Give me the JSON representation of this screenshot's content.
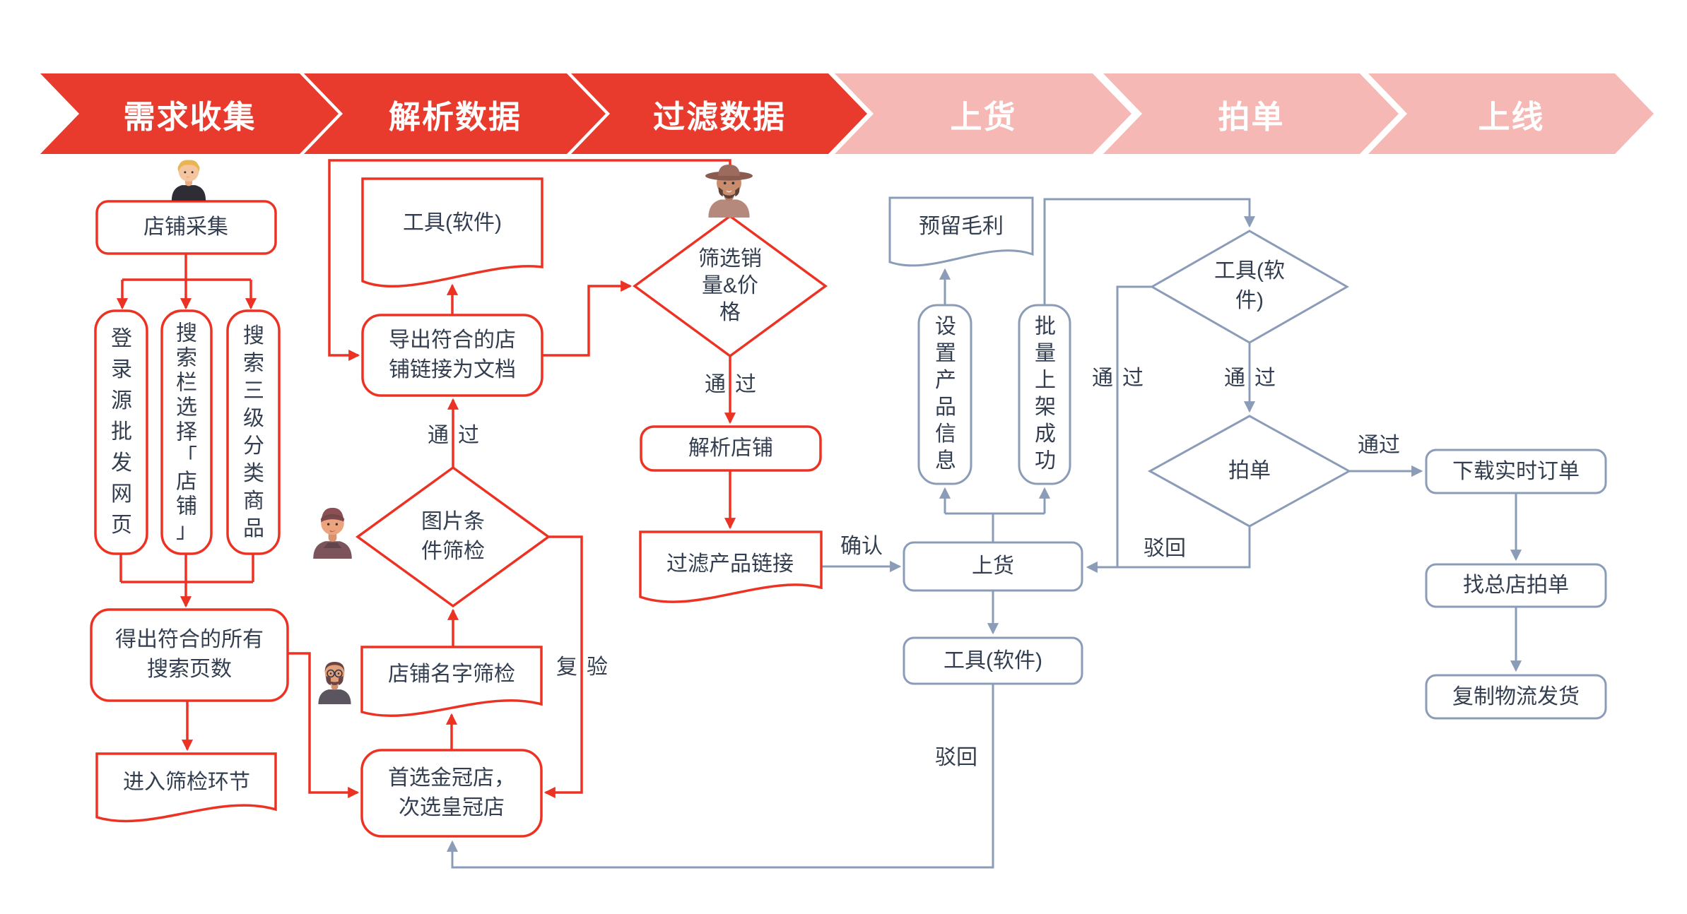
{
  "banner": {
    "stages": [
      {
        "label": "需求收集",
        "state": "active"
      },
      {
        "label": "解析数据",
        "state": "active"
      },
      {
        "label": "过滤数据",
        "state": "active"
      },
      {
        "label": "上货",
        "state": "upcoming"
      },
      {
        "label": "拍单",
        "state": "upcoming"
      },
      {
        "label": "上线",
        "state": "upcoming"
      }
    ]
  },
  "nodes": {
    "shop_collect": {
      "label": "店铺采集",
      "shape": "rounded-rect",
      "group": "red"
    },
    "login_source": {
      "label": "登录源批发网页",
      "shape": "rounded-rect",
      "group": "red"
    },
    "search_bar_select": {
      "label": "搜索栏选择「店铺」",
      "shape": "rounded-rect",
      "group": "red"
    },
    "search_category": {
      "label": "搜索三级分类商品",
      "shape": "rounded-rect",
      "group": "red"
    },
    "result_pages": {
      "label": "得出符合的所有\n搜索页数",
      "shape": "rounded-rect",
      "group": "red"
    },
    "enter_screening": {
      "label": "进入筛检环节",
      "shape": "document",
      "group": "red"
    },
    "tool_software_red": {
      "label": "工具(软件)",
      "shape": "document",
      "group": "red"
    },
    "export_links": {
      "label": "导出符合的店\n铺链接为文档",
      "shape": "rounded-rect",
      "group": "red"
    },
    "image_screening": {
      "label": "图片条\n件筛检",
      "shape": "diamond",
      "group": "red"
    },
    "name_screening": {
      "label": "店铺名字筛检",
      "shape": "document",
      "group": "red"
    },
    "prefer_gold_crown": {
      "label": "首选金冠店，\n次选皇冠店",
      "shape": "rounded-rect",
      "group": "red"
    },
    "filter_sales_price": {
      "label": "筛选销\n量&价\n格",
      "shape": "diamond",
      "group": "red"
    },
    "parse_shop": {
      "label": "解析店铺",
      "shape": "rounded-rect",
      "group": "red"
    },
    "filter_product_links": {
      "label": "过滤产品链接",
      "shape": "document",
      "group": "red"
    },
    "reserve_margin": {
      "label": "预留毛利",
      "shape": "document",
      "group": "gray"
    },
    "set_product_info": {
      "label": "设置产品信息",
      "shape": "rounded-rect",
      "group": "gray"
    },
    "batch_listing_success": {
      "label": "批量上架成功",
      "shape": "rounded-rect",
      "group": "gray"
    },
    "tool_software_diamond": {
      "label": "工具(软\n件)",
      "shape": "diamond",
      "group": "gray"
    },
    "place_order": {
      "label": "拍单",
      "shape": "diamond",
      "group": "gray"
    },
    "load_goods": {
      "label": "上货",
      "shape": "rounded-rect",
      "group": "gray"
    },
    "tool_software_gray": {
      "label": "工具(软件)",
      "shape": "rounded-rect",
      "group": "gray"
    },
    "download_orders": {
      "label": "下载实时订单",
      "shape": "rounded-rect",
      "group": "gray"
    },
    "find_main_store": {
      "label": "找总店拍单",
      "shape": "rounded-rect",
      "group": "gray"
    },
    "copy_logistics": {
      "label": "复制物流发货",
      "shape": "rounded-rect",
      "group": "gray"
    }
  },
  "edge_labels": {
    "pass_export": "通过",
    "pass_parse": "通过",
    "recheck": "复验",
    "confirm": "确认",
    "pass_tool_left": "通过",
    "pass_tool_down": "通过",
    "reject_order": "驳回",
    "pass_order": "通过",
    "reject_bottom": "驳回"
  },
  "icons": {
    "persona_blond": "blond-man-avatar",
    "persona_hat": "hat-bearded-man-avatar",
    "persona_cap": "cap-man-avatar",
    "persona_glasses": "glasses-bearded-man-avatar"
  },
  "colors": {
    "red": "#ec3323",
    "banner_red": "#e93b2d",
    "pink": "#f5b8b4",
    "gray": "#8b9cb8",
    "text": "#333f50"
  }
}
